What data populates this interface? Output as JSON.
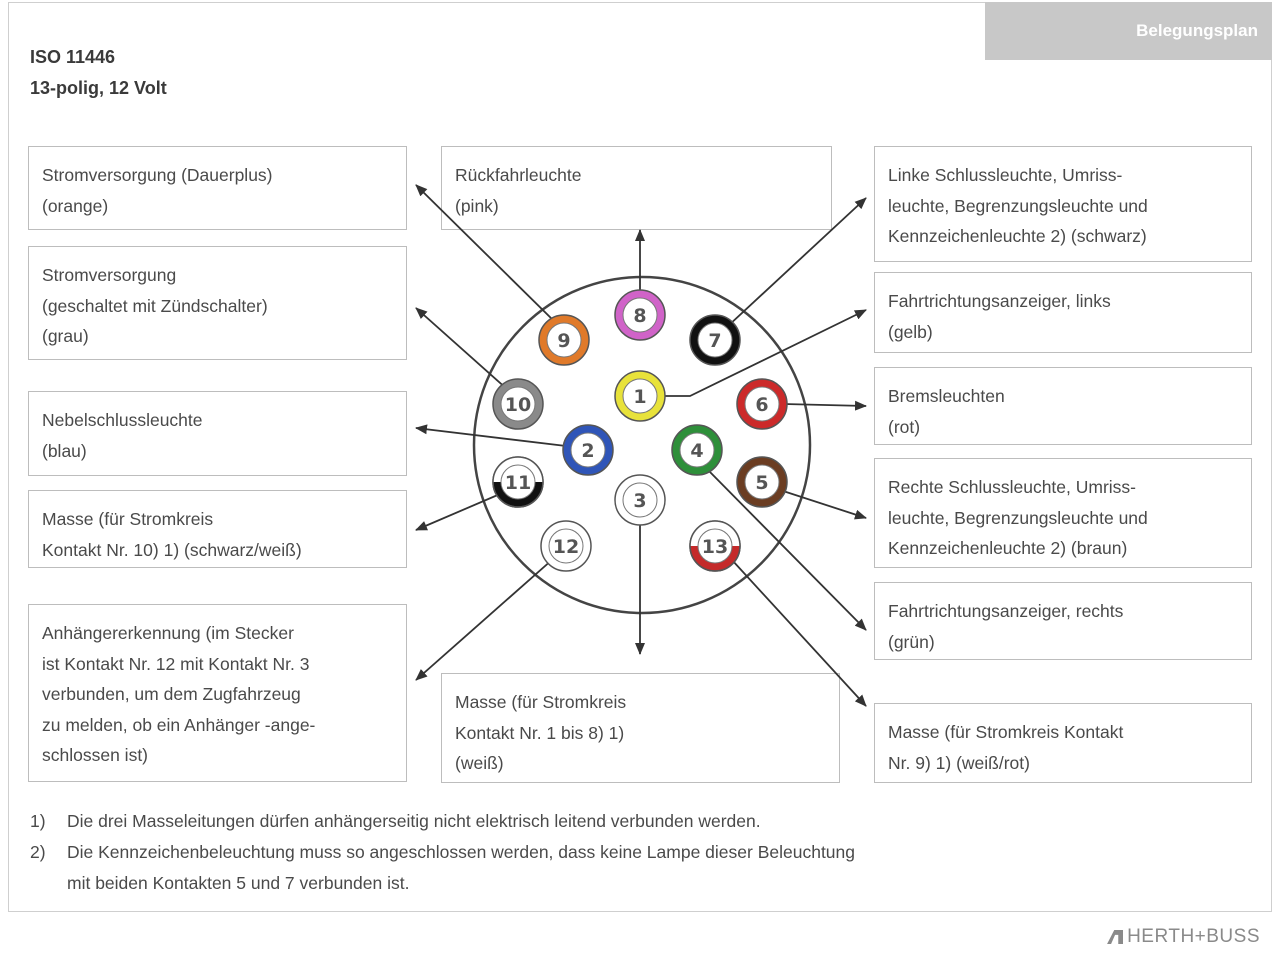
{
  "header_tab": "Belegungsplan",
  "title": {
    "line1": "ISO 11446",
    "line2": "13-polig, 12 Volt"
  },
  "boxes": {
    "b9": [
      "Stromversorgung (Dauerplus)",
      "(orange)"
    ],
    "b10": [
      "Stromversorgung",
      "(geschaltet mit Zündschalter)",
      "(grau)"
    ],
    "b2": [
      "Nebelschlussleuchte",
      "(blau)"
    ],
    "b11": [
      "Masse (für Stromkreis",
      "Kontakt Nr. 10) 1) (schwarz/weiß)"
    ],
    "b12": [
      "Anhängererkennung (im Stecker",
      "ist Kontakt Nr. 12 mit Kontakt Nr. 3",
      "verbunden, um dem Zugfahrzeug",
      "zu melden, ob ein Anhänger -ange-",
      "schlossen ist)"
    ],
    "b8": [
      "Rückfahrleuchte",
      "(pink)"
    ],
    "b3": [
      "Masse (für Stromkreis",
      "Kontakt Nr. 1 bis 8) 1)",
      "(weiß)"
    ],
    "b7": [
      "Linke Schlussleuchte, Umriss-",
      "leuchte, Begrenzungsleuchte und",
      "Kennzeichenleuchte 2) (schwarz)"
    ],
    "b1": [
      "Fahrtrichtungsanzeiger, links",
      "(gelb)"
    ],
    "b6": [
      "Bremsleuchten",
      "(rot)"
    ],
    "b5": [
      "Rechte Schlussleuchte, Umriss-",
      "leuchte, Begrenzungsleuchte und",
      "Kennzeichenleuchte 2) (braun)"
    ],
    "b4": [
      "Fahrtrichtungsanzeiger, rechts",
      "(grün)"
    ],
    "b13": [
      "Masse (für Stromkreis Kontakt",
      "Nr. 9) 1) (weiß/rot)"
    ]
  },
  "pins": [
    {
      "n": "1",
      "color": "#e8e23a"
    },
    {
      "n": "2",
      "color": "#2f55b8"
    },
    {
      "n": "3",
      "color": "#ffffff"
    },
    {
      "n": "4",
      "color": "#2e8f3a"
    },
    {
      "n": "5",
      "color": "#6b3d22"
    },
    {
      "n": "6",
      "color": "#cc2a2a"
    },
    {
      "n": "7",
      "color": "#111111"
    },
    {
      "n": "8",
      "color": "#d063c8"
    },
    {
      "n": "9",
      "color": "#e07a2a"
    },
    {
      "n": "10",
      "color": "#8a8a8a"
    },
    {
      "n": "11",
      "color": "#111111",
      "split": "#ffffff"
    },
    {
      "n": "12",
      "color": "#ffffff"
    },
    {
      "n": "13",
      "color": "#c42a2a",
      "split": "#ffffff"
    }
  ],
  "footnotes": [
    {
      "num": "1)",
      "lines": [
        "Die drei Masseleitungen dürfen anhängerseitig nicht elektrisch leitend verbunden werden."
      ]
    },
    {
      "num": "2)",
      "lines": [
        "Die Kennzeichenbeleuchtung muss so angeschlossen werden, dass keine Lampe dieser Beleuchtung",
        "mit beiden Kontakten 5 und 7 verbunden ist."
      ]
    }
  ],
  "logo": "HERTH+BUSS"
}
